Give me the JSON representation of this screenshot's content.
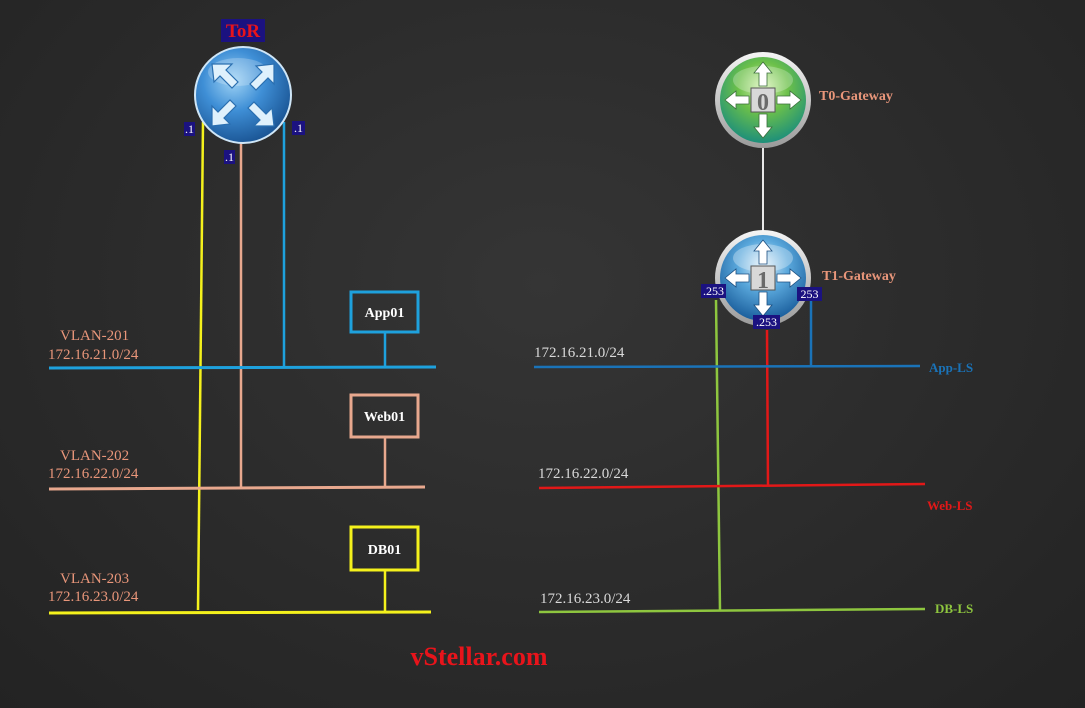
{
  "colors": {
    "vlan201": "#1ea1dd",
    "vlan202": "#e8a88e",
    "vlan203": "#f4f11c",
    "app_ls": "#1a73b8",
    "web_ls": "#e21818",
    "db_ls": "#8ec63f",
    "salmon_text": "#e9967a",
    "watermark": "#e8141b",
    "tor_label_bg": "#1b1280",
    "tor_label_text": "#e8141b",
    "port_tag_bg": "#1b1280"
  },
  "tor": {
    "label": "ToR",
    "icon": "router-icon",
    "ports": {
      "p201": ".1",
      "p202": ".1",
      "p203": ".1"
    }
  },
  "left": {
    "vlan201": {
      "name": "VLAN-201",
      "subnet": "172.16.21.0/24"
    },
    "vlan202": {
      "name": "VLAN-202",
      "subnet": "172.16.22.0/24"
    },
    "vlan203": {
      "name": "VLAN-203",
      "subnet": "172.16.23.0/24"
    },
    "vms": {
      "app": "App01",
      "web": "Web01",
      "db": "DB01"
    }
  },
  "right": {
    "t0": {
      "label": "T0-Gateway",
      "glyph": "0",
      "icon": "t0-gateway-icon"
    },
    "t1": {
      "label": "T1-Gateway",
      "glyph": "1",
      "icon": "t1-gateway-icon",
      "ports": {
        "db": ".253",
        "web": ".253",
        "app": "253"
      }
    },
    "app_ls": {
      "name": "App-LS",
      "subnet": "172.16.21.0/24"
    },
    "web_ls": {
      "name": "Web-LS",
      "subnet": "172.16.22.0/24"
    },
    "db_ls": {
      "name": "DB-LS",
      "subnet": "172.16.23.0/24"
    }
  },
  "watermark": "vStellar.com"
}
